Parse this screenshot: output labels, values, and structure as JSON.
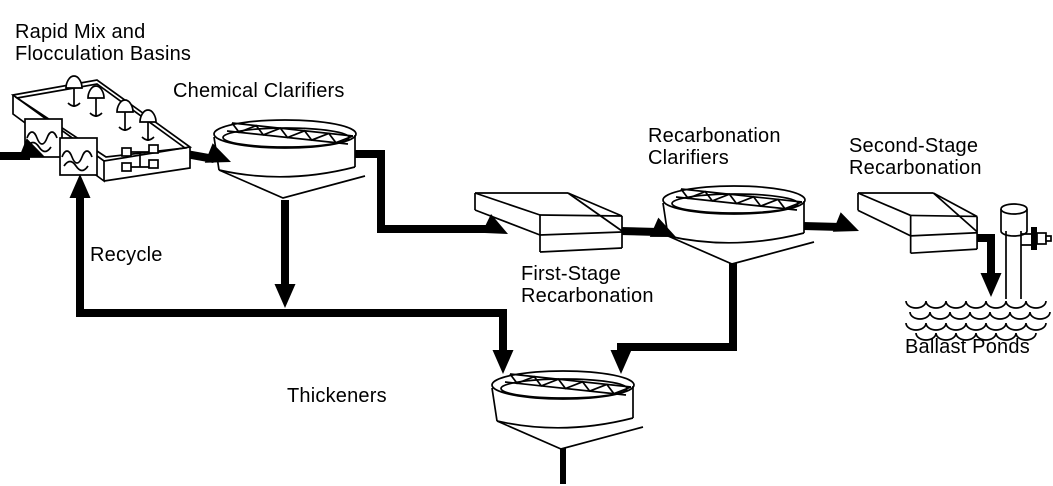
{
  "diagram": {
    "background": "#ffffff",
    "line_color": "#000000",
    "text_color": "#000000",
    "labels": {
      "rapid_mix": {
        "line1": "Rapid Mix and",
        "line2": "Flocculation Basins"
      },
      "chemical_clarifiers": {
        "line1": "Chemical Clarifiers"
      },
      "recycle": {
        "line1": "Recycle"
      },
      "first_stage_recarbonation": {
        "line1": "First-Stage",
        "line2": "Recarbonation"
      },
      "recarbonation_clarifiers": {
        "line1": "Recarbonation",
        "line2": "Clarifiers"
      },
      "second_stage_recarbonation": {
        "line1": "Second-Stage",
        "line2": "Recarbonation"
      },
      "thickeners": {
        "line1": "Thickeners"
      },
      "ballast_ponds": {
        "line1": "Ballast Ponds"
      }
    },
    "flows": [
      "Influent → Rapid Mix and Flocculation Basins",
      "Rapid Mix and Flocculation Basins → Chemical Clarifiers",
      "Chemical Clarifiers → First-Stage Recarbonation",
      "First-Stage Recarbonation → Recarbonation Clarifiers",
      "Recarbonation Clarifiers → Second-Stage Recarbonation",
      "Second-Stage Recarbonation → Ballast Ponds",
      "Chemical Clarifiers → Thickeners (sludge)",
      "Recarbonation Clarifiers → Thickeners (sludge)",
      "Sludge line → Recycle → Rapid Mix and Flocculation Basins"
    ]
  }
}
